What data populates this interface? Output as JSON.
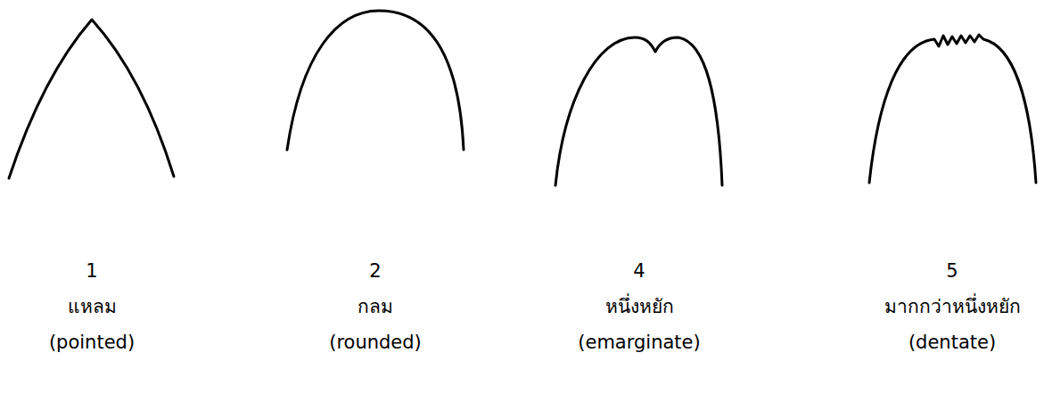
{
  "diagram": {
    "labels": [
      "1",
      "แหลม",
      "(pointed)",
      "2",
      "กลม",
      "(rounded)",
      "4",
      "หนึ่งหยัก",
      "(emarginate)",
      "5",
      "มากกว่าหนึ่งหยัก",
      "(dentate)"
    ]
  }
}
